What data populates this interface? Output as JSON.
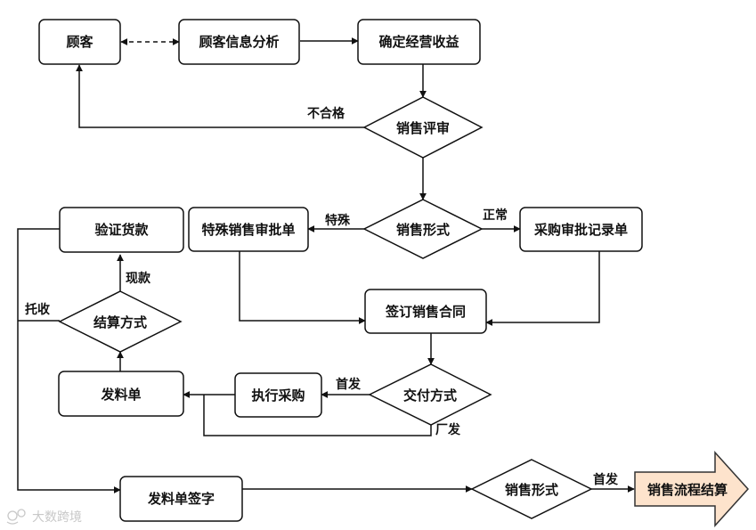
{
  "nodes": {
    "customer": "顾客",
    "customer_info_analysis": "顾客信息分析",
    "confirm_business_revenue": "确定经营收益",
    "sales_review": "销售评审",
    "sales_form_1": "销售形式",
    "special_sales_approval": "特殊销售审批单",
    "purchase_approval_record": "采购审批记录单",
    "sign_sales_contract": "签订销售合同",
    "delivery_method": "交付方式",
    "execute_purchase": "执行采购",
    "issue_note": "发料单",
    "settlement_method": "结算方式",
    "verify_payment": "验证货款",
    "issue_note_sign": "发料单签字",
    "sales_form_2": "销售形式",
    "sales_process_settlement": "销售流程结算"
  },
  "edge_labels": {
    "unqualified": "不合格",
    "special": "特殊",
    "normal": "正常",
    "first_ship_1": "首发",
    "factory_ship": "厂发",
    "cash": "现款",
    "collection": "托收",
    "first_ship_2": "首发"
  },
  "watermark": "大数跨境",
  "colors": {
    "line": "#111111",
    "box_fill": "#ffffff",
    "arrow_fill": "#fde3cc",
    "arrow_stroke": "#333333"
  }
}
